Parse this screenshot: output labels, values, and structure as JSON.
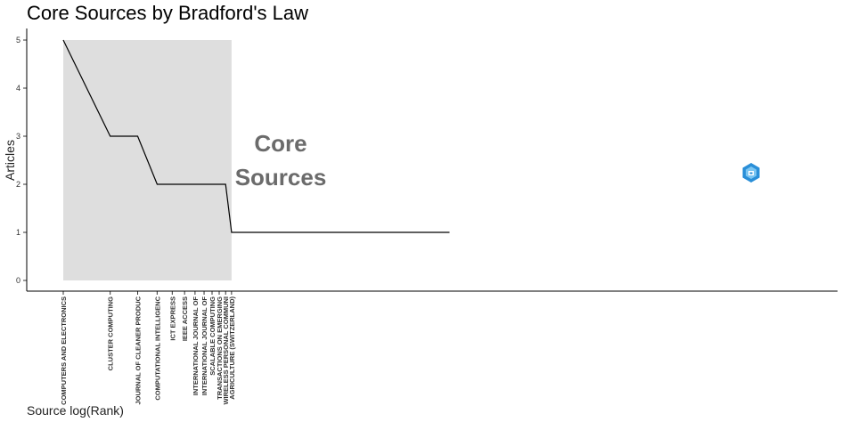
{
  "chart_data": {
    "type": "line",
    "title": "Core Sources by Bradford's Law",
    "xlabel": "Source log(Rank)",
    "ylabel": "Articles",
    "ylim": [
      0,
      5
    ],
    "yticks": [
      0,
      1,
      2,
      3,
      4,
      5
    ],
    "x_scale": "log",
    "grid": false,
    "core_zone": {
      "label_line1": "Core",
      "label_line2": "Sources",
      "from_rank": 1,
      "to_rank": 11,
      "color": "#dedede"
    },
    "line_color": "#000000",
    "sources": [
      {
        "rank": 1,
        "name": "COMPUTERS AND ELECTRONICS",
        "articles": 5
      },
      {
        "rank": 2,
        "name": "CLUSTER COMPUTING",
        "articles": 3
      },
      {
        "rank": 3,
        "name": "JOURNAL OF CLEANER PRODUC",
        "articles": 3
      },
      {
        "rank": 4,
        "name": "COMPUTATIONAL INTELLIGENC",
        "articles": 2
      },
      {
        "rank": 5,
        "name": "ICT EXPRESS",
        "articles": 2
      },
      {
        "rank": 6,
        "name": "IEEE ACCESS",
        "articles": 2
      },
      {
        "rank": 7,
        "name": "INTERNATIONAL JOURNAL OF",
        "articles": 2
      },
      {
        "rank": 8,
        "name": "INTERNATIONAL JOURNAL OF",
        "articles": 2
      },
      {
        "rank": 9,
        "name": "SCALABLE COMPUTING",
        "articles": 2
      },
      {
        "rank": 10,
        "name": "TRANSACTIONS ON EMERGING",
        "articles": 2
      },
      {
        "rank": 11,
        "name": "WIRELESS PERSONAL COMMUNI",
        "articles": 2
      },
      {
        "rank": 12,
        "name": "AGRICULTURE (SWITZERLAND)",
        "articles": 1
      }
    ],
    "line_end": {
      "articles": 1
    }
  },
  "icons": {
    "watermark": "bibliometrix-hexagon-icon",
    "watermark_color": "#2a8fd8"
  }
}
